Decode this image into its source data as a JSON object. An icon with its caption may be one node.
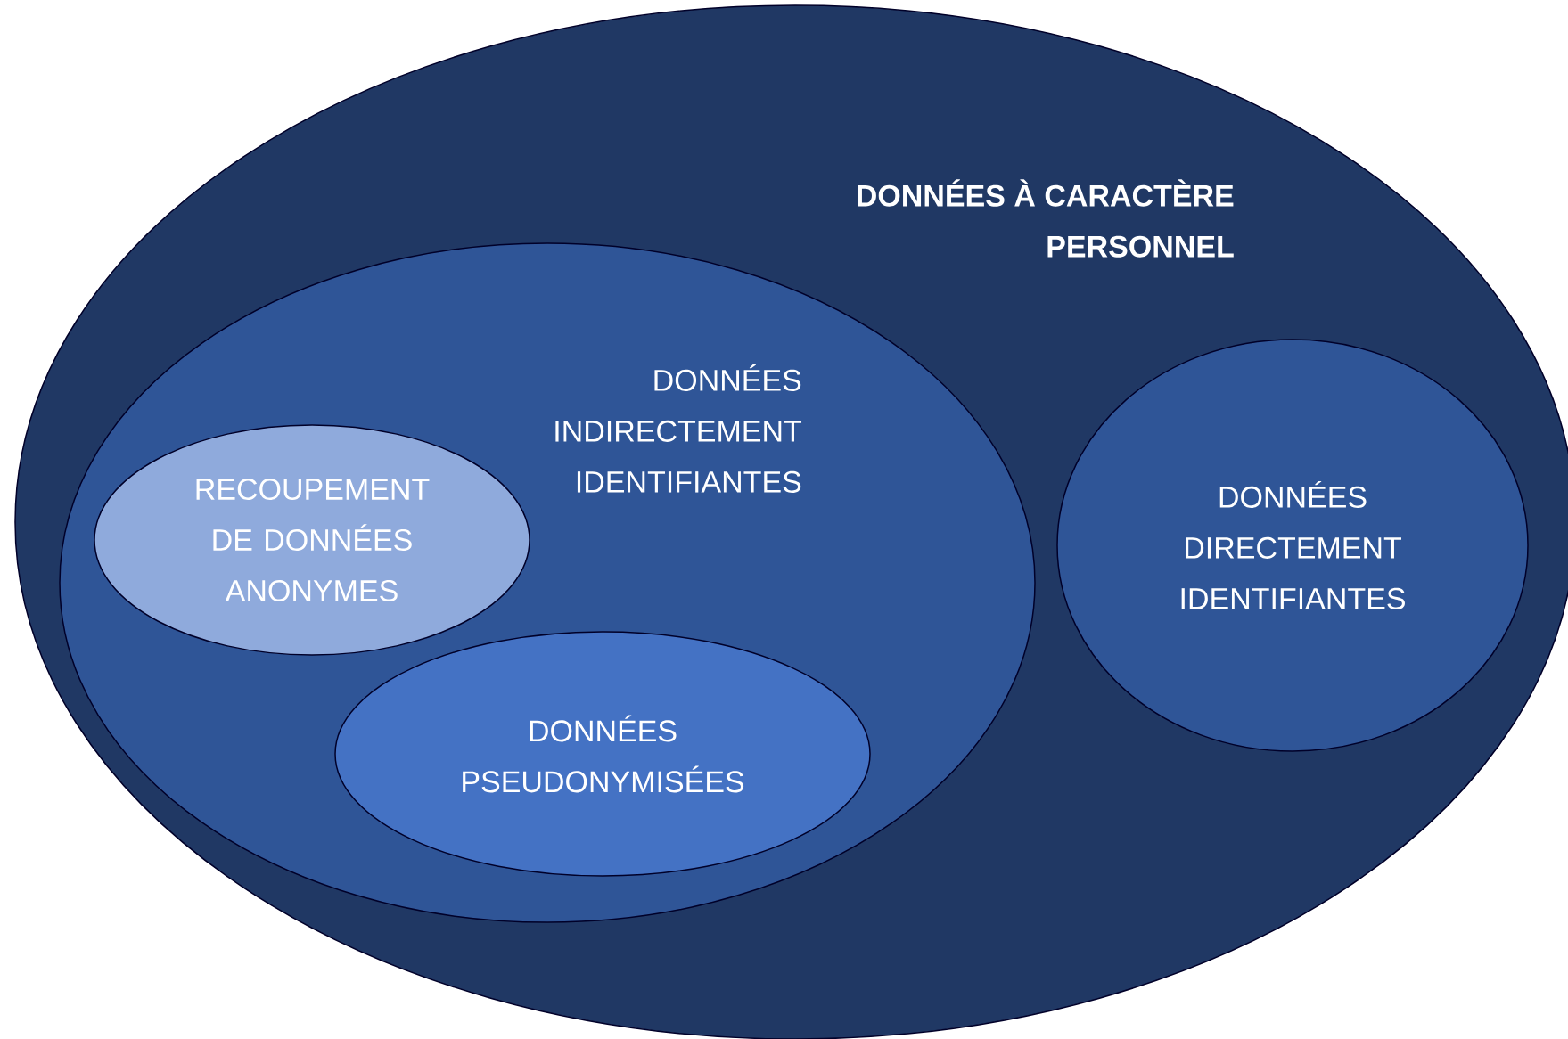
{
  "diagram": {
    "nodes": [
      {
        "text": [
          "DONNÉES À CARACTÈRE PERSONNEL"
        ]
      },
      {
        "text": [
          "DONNÉES INDIRECTEMENT IDENTIFIANTES"
        ],
        "in": 0
      },
      {
        "text": [
          "RECOUPEMENT DE DONNÉES ANONYMES"
        ],
        "in": 1
      },
      {
        "text": [
          "DONNÉES PSEUDONYMISÉES"
        ],
        "in": 1
      },
      {
        "text": [
          "DONNÉES DIRECTEMENT IDENTIFIANTES"
        ],
        "in": 0
      }
    ]
  }
}
